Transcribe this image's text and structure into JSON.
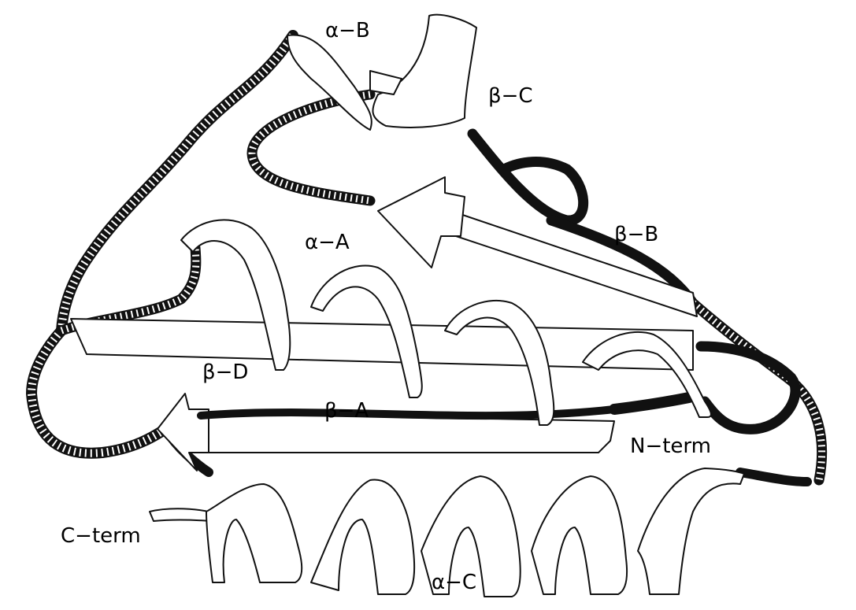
{
  "diagram": {
    "labels": {
      "alpha_b": "α−B",
      "beta_c": "β−C",
      "beta_b": "β−B",
      "alpha_a": "α−A",
      "beta_d": "β−D",
      "beta_a": "β−A",
      "n_term": "N−term",
      "c_term": "C−term",
      "alpha_c": "α−C"
    },
    "colors": {
      "ink": "#111111",
      "paper": "#ffffff"
    }
  }
}
